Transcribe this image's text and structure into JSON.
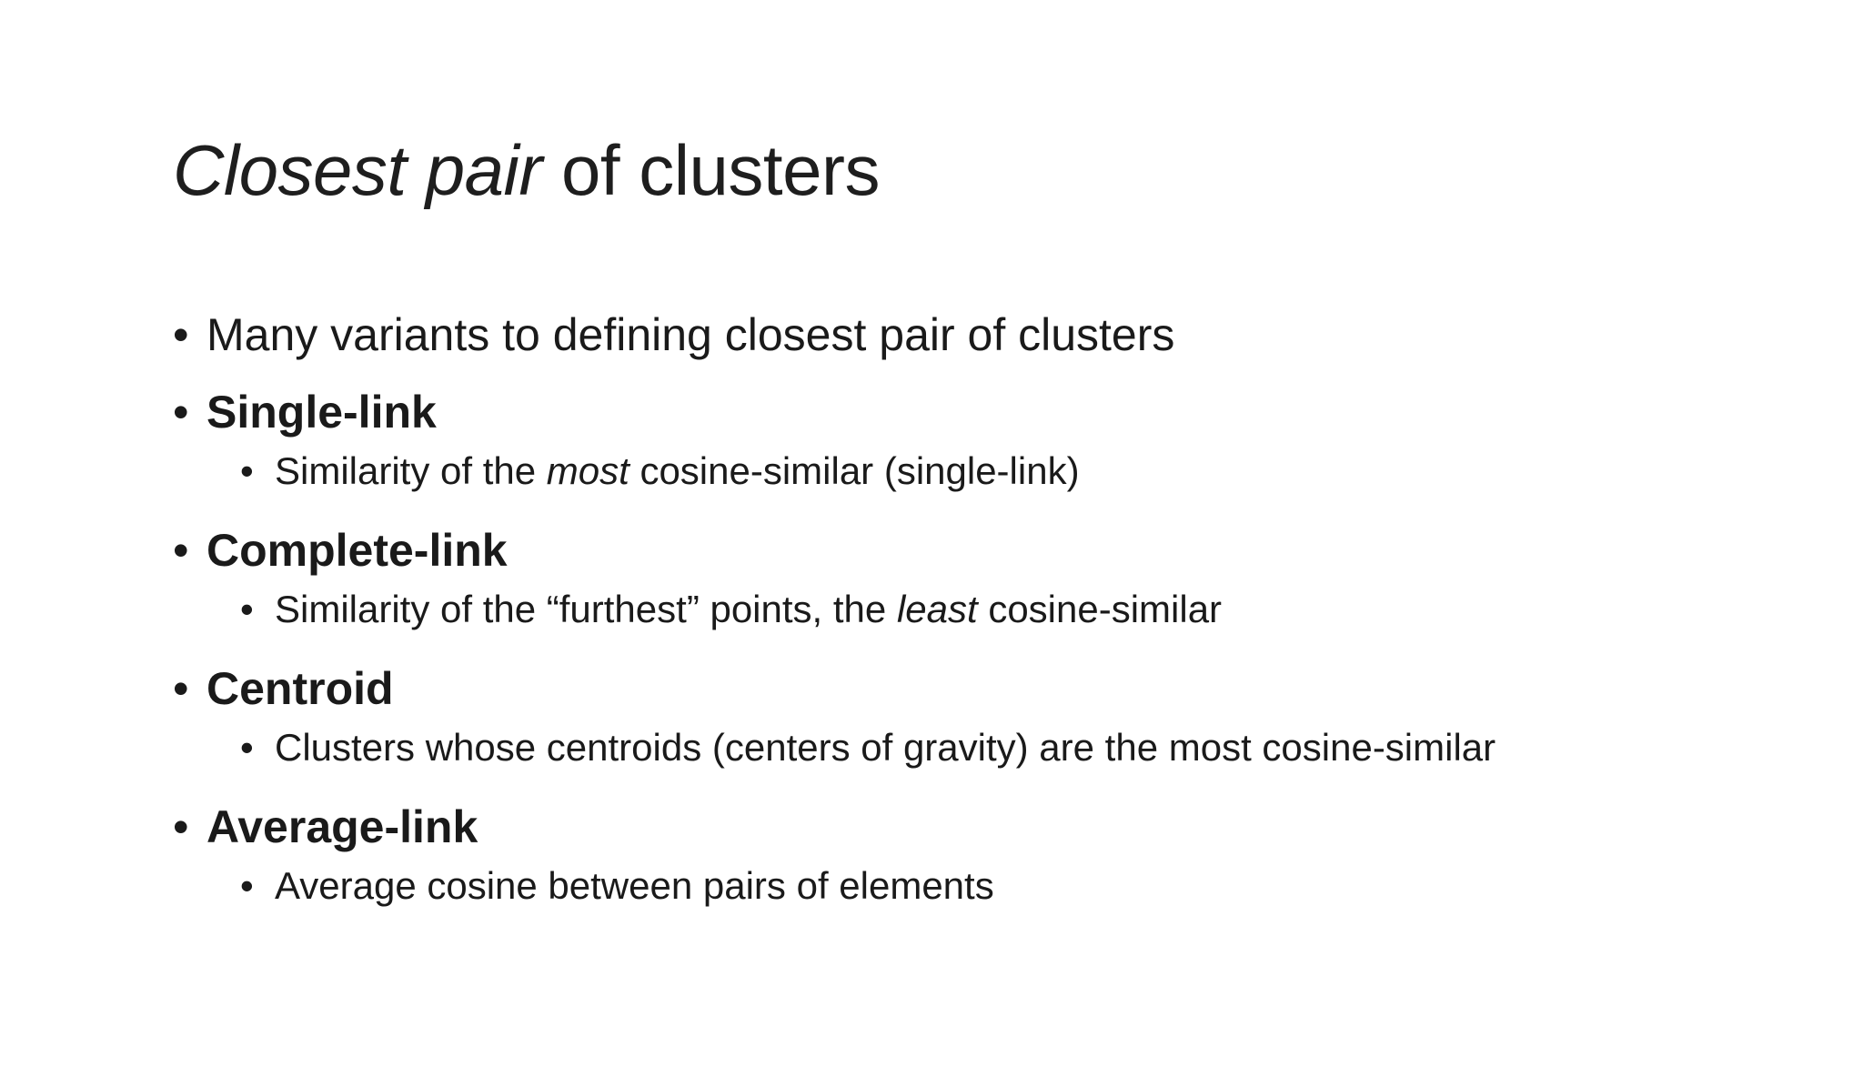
{
  "slide": {
    "title_italic": "Closest pair",
    "title_rest": " of clusters",
    "bullet_glyph": "•",
    "items": [
      {
        "level": 1,
        "bold": false,
        "text": "Many variants to defining closest pair of clusters"
      },
      {
        "level": 1,
        "bold": true,
        "text": "Single-link"
      },
      {
        "level": 2,
        "pre": "Similarity of the ",
        "em": "most",
        "post": " cosine-similar (single-link)"
      },
      {
        "level": 1,
        "bold": true,
        "text": "Complete-link"
      },
      {
        "level": 2,
        "pre": "Similarity of the “furthest” points, the ",
        "em": "least",
        "post": " cosine-similar"
      },
      {
        "level": 1,
        "bold": true,
        "text": "Centroid"
      },
      {
        "level": 2,
        "pre": "Clusters whose centroids (centers of gravity) are the most cosine-similar",
        "em": "",
        "post": ""
      },
      {
        "level": 1,
        "bold": true,
        "text": "Average-link"
      },
      {
        "level": 2,
        "pre": "Average cosine between pairs of elements",
        "em": "",
        "post": ""
      }
    ]
  }
}
